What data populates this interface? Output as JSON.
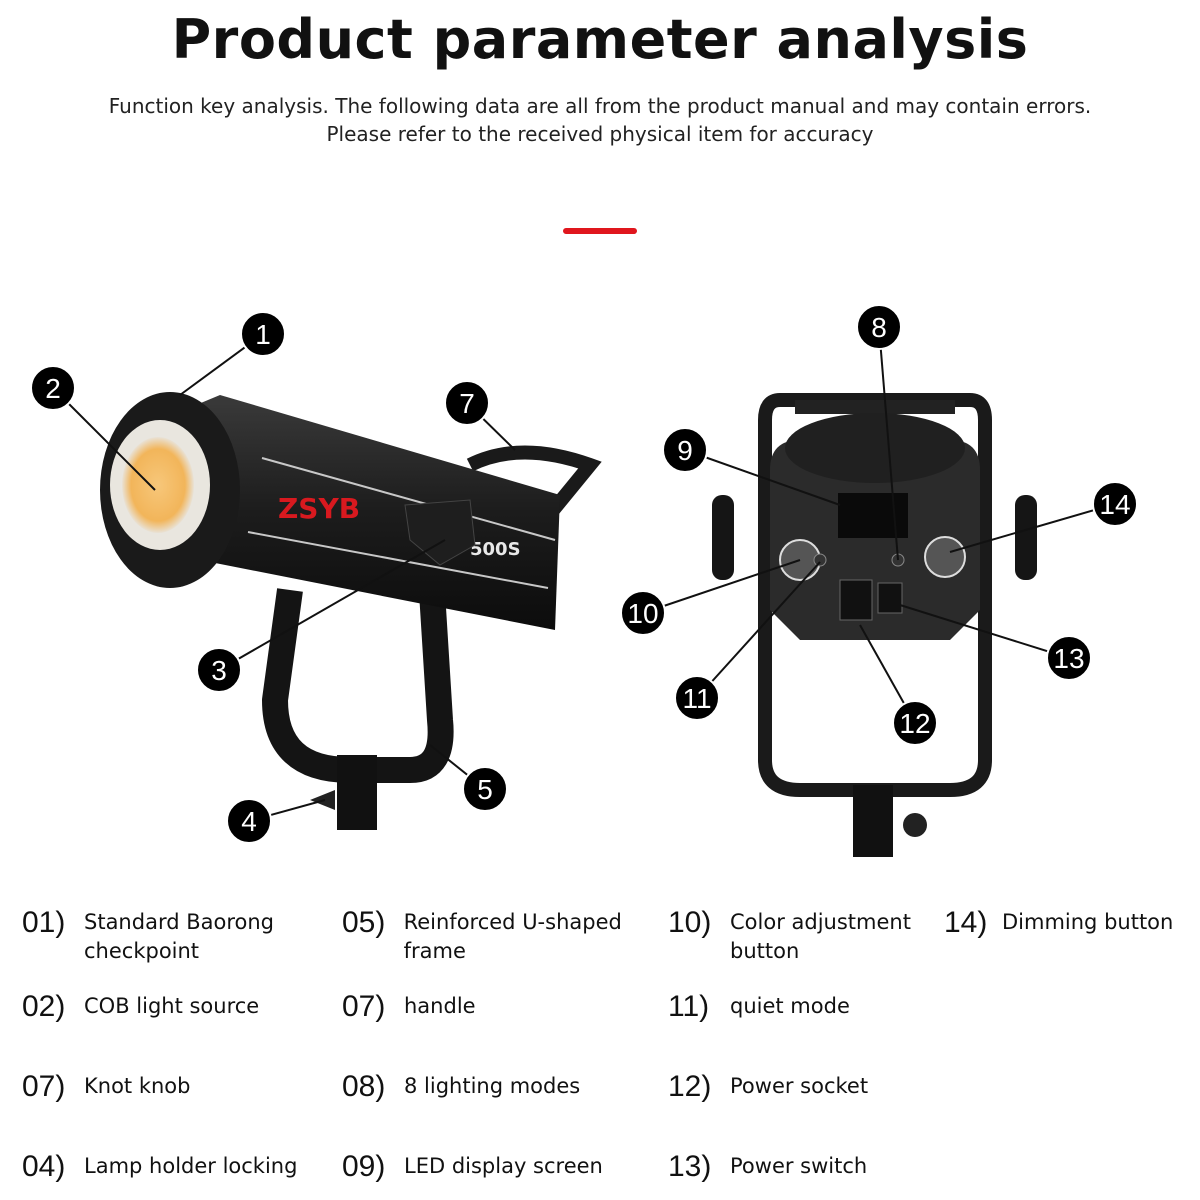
{
  "header": {
    "title": "Product parameter analysis",
    "subtitle_line1": "Function key analysis. The following data are all from the product manual and may contain errors.",
    "subtitle_line2": "Please refer to the received physical item for accuracy",
    "accent_color": "#e0161d"
  },
  "product": {
    "brand_logo": "ZSYB",
    "model": "500S"
  },
  "callouts": [
    "1",
    "2",
    "3",
    "4",
    "5",
    "7",
    "8",
    "9",
    "10",
    "11",
    "12",
    "13",
    "14"
  ],
  "legend": [
    {
      "num": "01)",
      "label": "Standard Baorong checkpoint"
    },
    {
      "num": "02)",
      "label": "COB light source"
    },
    {
      "num": "07)",
      "label": "Knot knob"
    },
    {
      "num": "04)",
      "label": "Lamp holder locking"
    },
    {
      "num": "05)",
      "label": "Reinforced U-shaped frame"
    },
    {
      "num": "07)",
      "label": "handle"
    },
    {
      "num": "08)",
      "label": "8 lighting modes"
    },
    {
      "num": "09)",
      "label": "LED display screen"
    },
    {
      "num": "10)",
      "label": "Color adjustment button"
    },
    {
      "num": "11)",
      "label": "quiet mode"
    },
    {
      "num": "12)",
      "label": "Power socket"
    },
    {
      "num": "13)",
      "label": "Power switch"
    },
    {
      "num": "14)",
      "label": "Dimming button"
    }
  ]
}
